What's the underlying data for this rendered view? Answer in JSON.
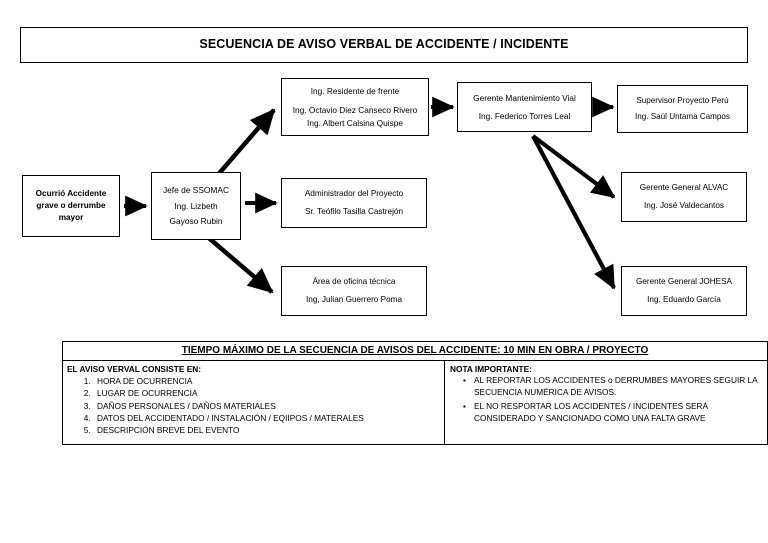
{
  "title": "SECUENCIA DE AVISO VERBAL DE ACCIDENTE / INCIDENTE",
  "nodes": {
    "start": {
      "line1": "Ocurrió Accidente",
      "line2": "grave o derrumbe",
      "line3": "mayor"
    },
    "ssomac": {
      "line1": "Jefe de SSOMAC",
      "line2": "Ing. Lizbeth",
      "line3": "Gayoso Rubin"
    },
    "residente": {
      "line1": "Ing. Residente de frente",
      "line2": "Ing. Octavio Diez Canseco Rivero",
      "line3": "Ing. Albert Calsina Quispe"
    },
    "gerente_mantenimiento": {
      "line1": "Gerente Mantenimiento Vial",
      "line2": "Ing. Federico Torres Leal"
    },
    "supervisor": {
      "line1": "Supervisor Proyecto Perú",
      "line2": "Ing. Saúl Untama Campos"
    },
    "administrador": {
      "line1": "Administrador del Proyecto",
      "line2": "Sr. Teófilo Tasilla Castrejón"
    },
    "oficina_tecnica": {
      "line1": "Área de oficina técnica",
      "line2": "Ing, Julian Guerrero Poma"
    },
    "gerente_alvac": {
      "line1": "Gerente General ALVAC",
      "line2": "Ing. José Valdecantos"
    },
    "gerente_johesa": {
      "line1": "Gerente General JOHESA",
      "line2": "Ing. Eduardo García"
    }
  },
  "info_table": {
    "header": "TIEMPO MÁXIMO DE LA SECUENCIA DE AVISOS DEL ACCIDENTE: 10 MIN EN OBRA / PROYECTO",
    "left_title": "EL AVISO VERVAL CONSISTE EN:",
    "left_items": [
      "HORA DE OCURRENCIA",
      "LUGAR DE OCURRENCIA",
      "DAÑOS PERSONALES / DAÑOS MATERIALES",
      "DATOS DEL ACCIDENTADO / INSTALACIÓN / EQIIPOS / MATERALES",
      "DESCRIPCIÓN BREVE DEL EVENTO"
    ],
    "right_title": "NOTA IMPORTANTE:",
    "right_items": [
      {
        "line1": "AL REPORTAR LOS ACCIDENTES o DERRUMBES MAYORES SEGUIR LA",
        "line2": "SECUENCIA NUMÉRICA DE AVISOS."
      },
      {
        "line1": "EL NO RESPORTAR LOS ACCIDENTES / INCIDENTES SERÁ",
        "line2": "CONSIDERADO Y SANCIONADO COMO UNA FALTA GRAVE"
      }
    ]
  },
  "colors": {
    "stroke": "#000000",
    "background": "#ffffff"
  }
}
